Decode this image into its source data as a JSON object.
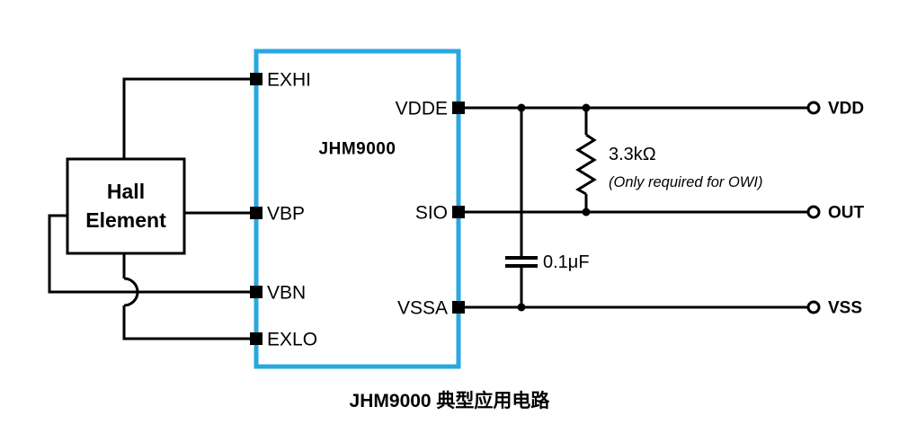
{
  "diagram": {
    "chip": {
      "name": "JHM9000",
      "pins_left": [
        {
          "label": "EXHI"
        },
        {
          "label": "VBP"
        },
        {
          "label": "VBN"
        },
        {
          "label": "EXLO"
        }
      ],
      "pins_right": [
        {
          "label": "VDDE"
        },
        {
          "label": "SIO"
        },
        {
          "label": "VSSA"
        }
      ]
    },
    "hall_element": {
      "line1": "Hall",
      "line2": "Element"
    },
    "resistor": {
      "value": "3.3kΩ",
      "note": "(Only required for OWI)"
    },
    "capacitor": {
      "value": "0.1μF"
    },
    "terminals": [
      {
        "label": "VDD"
      },
      {
        "label": "OUT"
      },
      {
        "label": "VSS"
      }
    ],
    "caption": "JHM9000 典型应用电路",
    "colors": {
      "chip_border": "#29a8e0",
      "wire": "#000000"
    }
  }
}
